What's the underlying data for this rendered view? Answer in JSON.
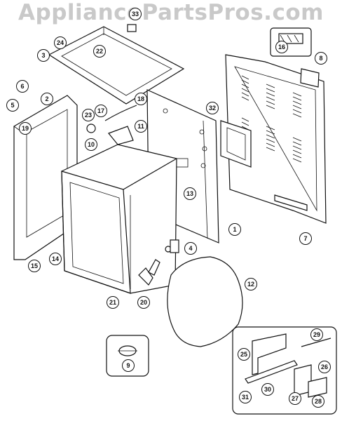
{
  "watermark": "AppliancePartsPros.com",
  "callouts": {
    "c1": "1",
    "c2": "2",
    "c3": "3",
    "c4": "4",
    "c5": "5",
    "c6": "6",
    "c7": "7",
    "c8": "8",
    "c9": "9",
    "c10": "10",
    "c11": "11",
    "c12": "12",
    "c13": "13",
    "c14": "14",
    "c15": "15",
    "c16": "16",
    "c17": "17",
    "c18": "18",
    "c19": "19",
    "c20": "20",
    "c21": "21",
    "c22": "22",
    "c23": "23",
    "c24": "24",
    "c25": "25",
    "c26": "26",
    "c27": "27",
    "c28": "28",
    "c29": "29",
    "c30": "30",
    "c31": "31",
    "c32": "32",
    "c33": "33"
  }
}
